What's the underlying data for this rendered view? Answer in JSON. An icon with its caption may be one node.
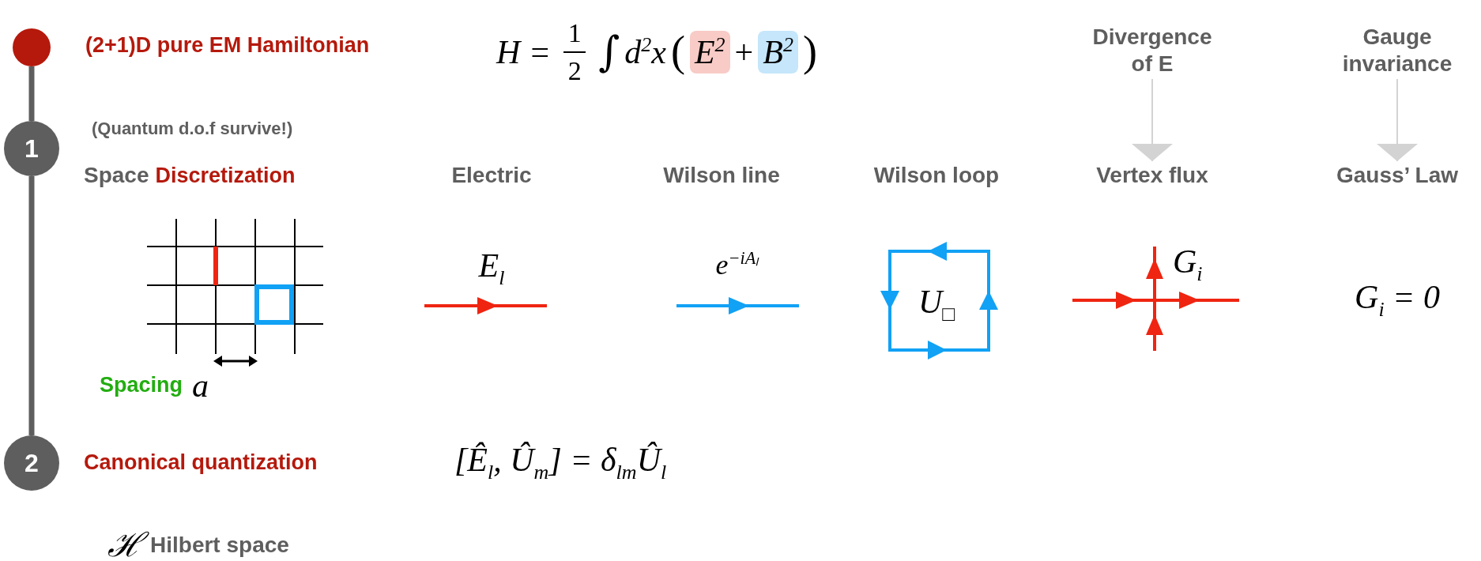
{
  "diagram": {
    "nodes": [
      {
        "text": [],
        "shape": "circle"
      },
      {
        "text": [
          "1"
        ]
      },
      {
        "text": [
          "2"
        ]
      },
      {
        "text": [
          "Divergence of E"
        ]
      },
      {
        "text": [
          "Vertex flux"
        ]
      },
      {
        "text": [
          "Gauge invariance"
        ]
      },
      {
        "text": [
          "Gauss’ Law"
        ]
      }
    ],
    "edges": [
      {
        "from": 0,
        "to": 1,
        "arrow": "none",
        "style": "thick"
      },
      {
        "from": 1,
        "to": 2,
        "arrow": "none",
        "style": "thick"
      },
      {
        "from": 3,
        "to": 4,
        "arrow": "to",
        "color": "#d3d3d3"
      },
      {
        "from": 5,
        "to": 6,
        "arrow": "to",
        "color": "#d3d3d3"
      }
    ],
    "labels": [
      "(2+1)D pure EM Hamiltonian",
      "H =",
      "1",
      "2",
      "∫",
      "d$^{2}$x",
      "(",
      "E$^{2}$",
      "+",
      "B$^{2}$",
      ")",
      "(Quantum d.o.f survive!)",
      "Space",
      "Discretization",
      "Electric",
      "Wilson line",
      "Wilson loop",
      "E$_{l}$",
      "e$^{−iAₗ}$",
      "U$_{□}$",
      "G$_{i}$",
      "G$_{i}$ = 0",
      "Spacing",
      "a",
      "Canonical quantization",
      "[Ê$_{l}$, Û$_{m}$] = δ$_{lm}$Û$_{l}$",
      "ℋ",
      "Hilbert space"
    ]
  }
}
